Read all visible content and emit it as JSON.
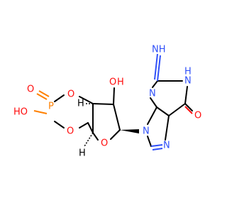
{
  "molecule": {
    "atoms": {
      "nh_imine": "NH",
      "n_ring1": "N",
      "nh_ring": "N",
      "h_ring": "H",
      "n_ring2": "N",
      "n_ring3": "N",
      "n_ring4": "N",
      "o_carbonyl": "O",
      "o_hydroxyl": "O",
      "h_hydroxyl": "H",
      "o_ring_furanose": "O",
      "o_ester1": "O",
      "o_ester2": "O",
      "p_atom": "P",
      "o_phosphoryl": "O",
      "ho_phosphate": "HO"
    },
    "stereo_h": [
      "H",
      "H"
    ],
    "colors": {
      "carbon_bond": "#000000",
      "nitrogen": "#3050F8",
      "oxygen": "#FF0D0D",
      "phosphorus": "#FF8000"
    }
  }
}
